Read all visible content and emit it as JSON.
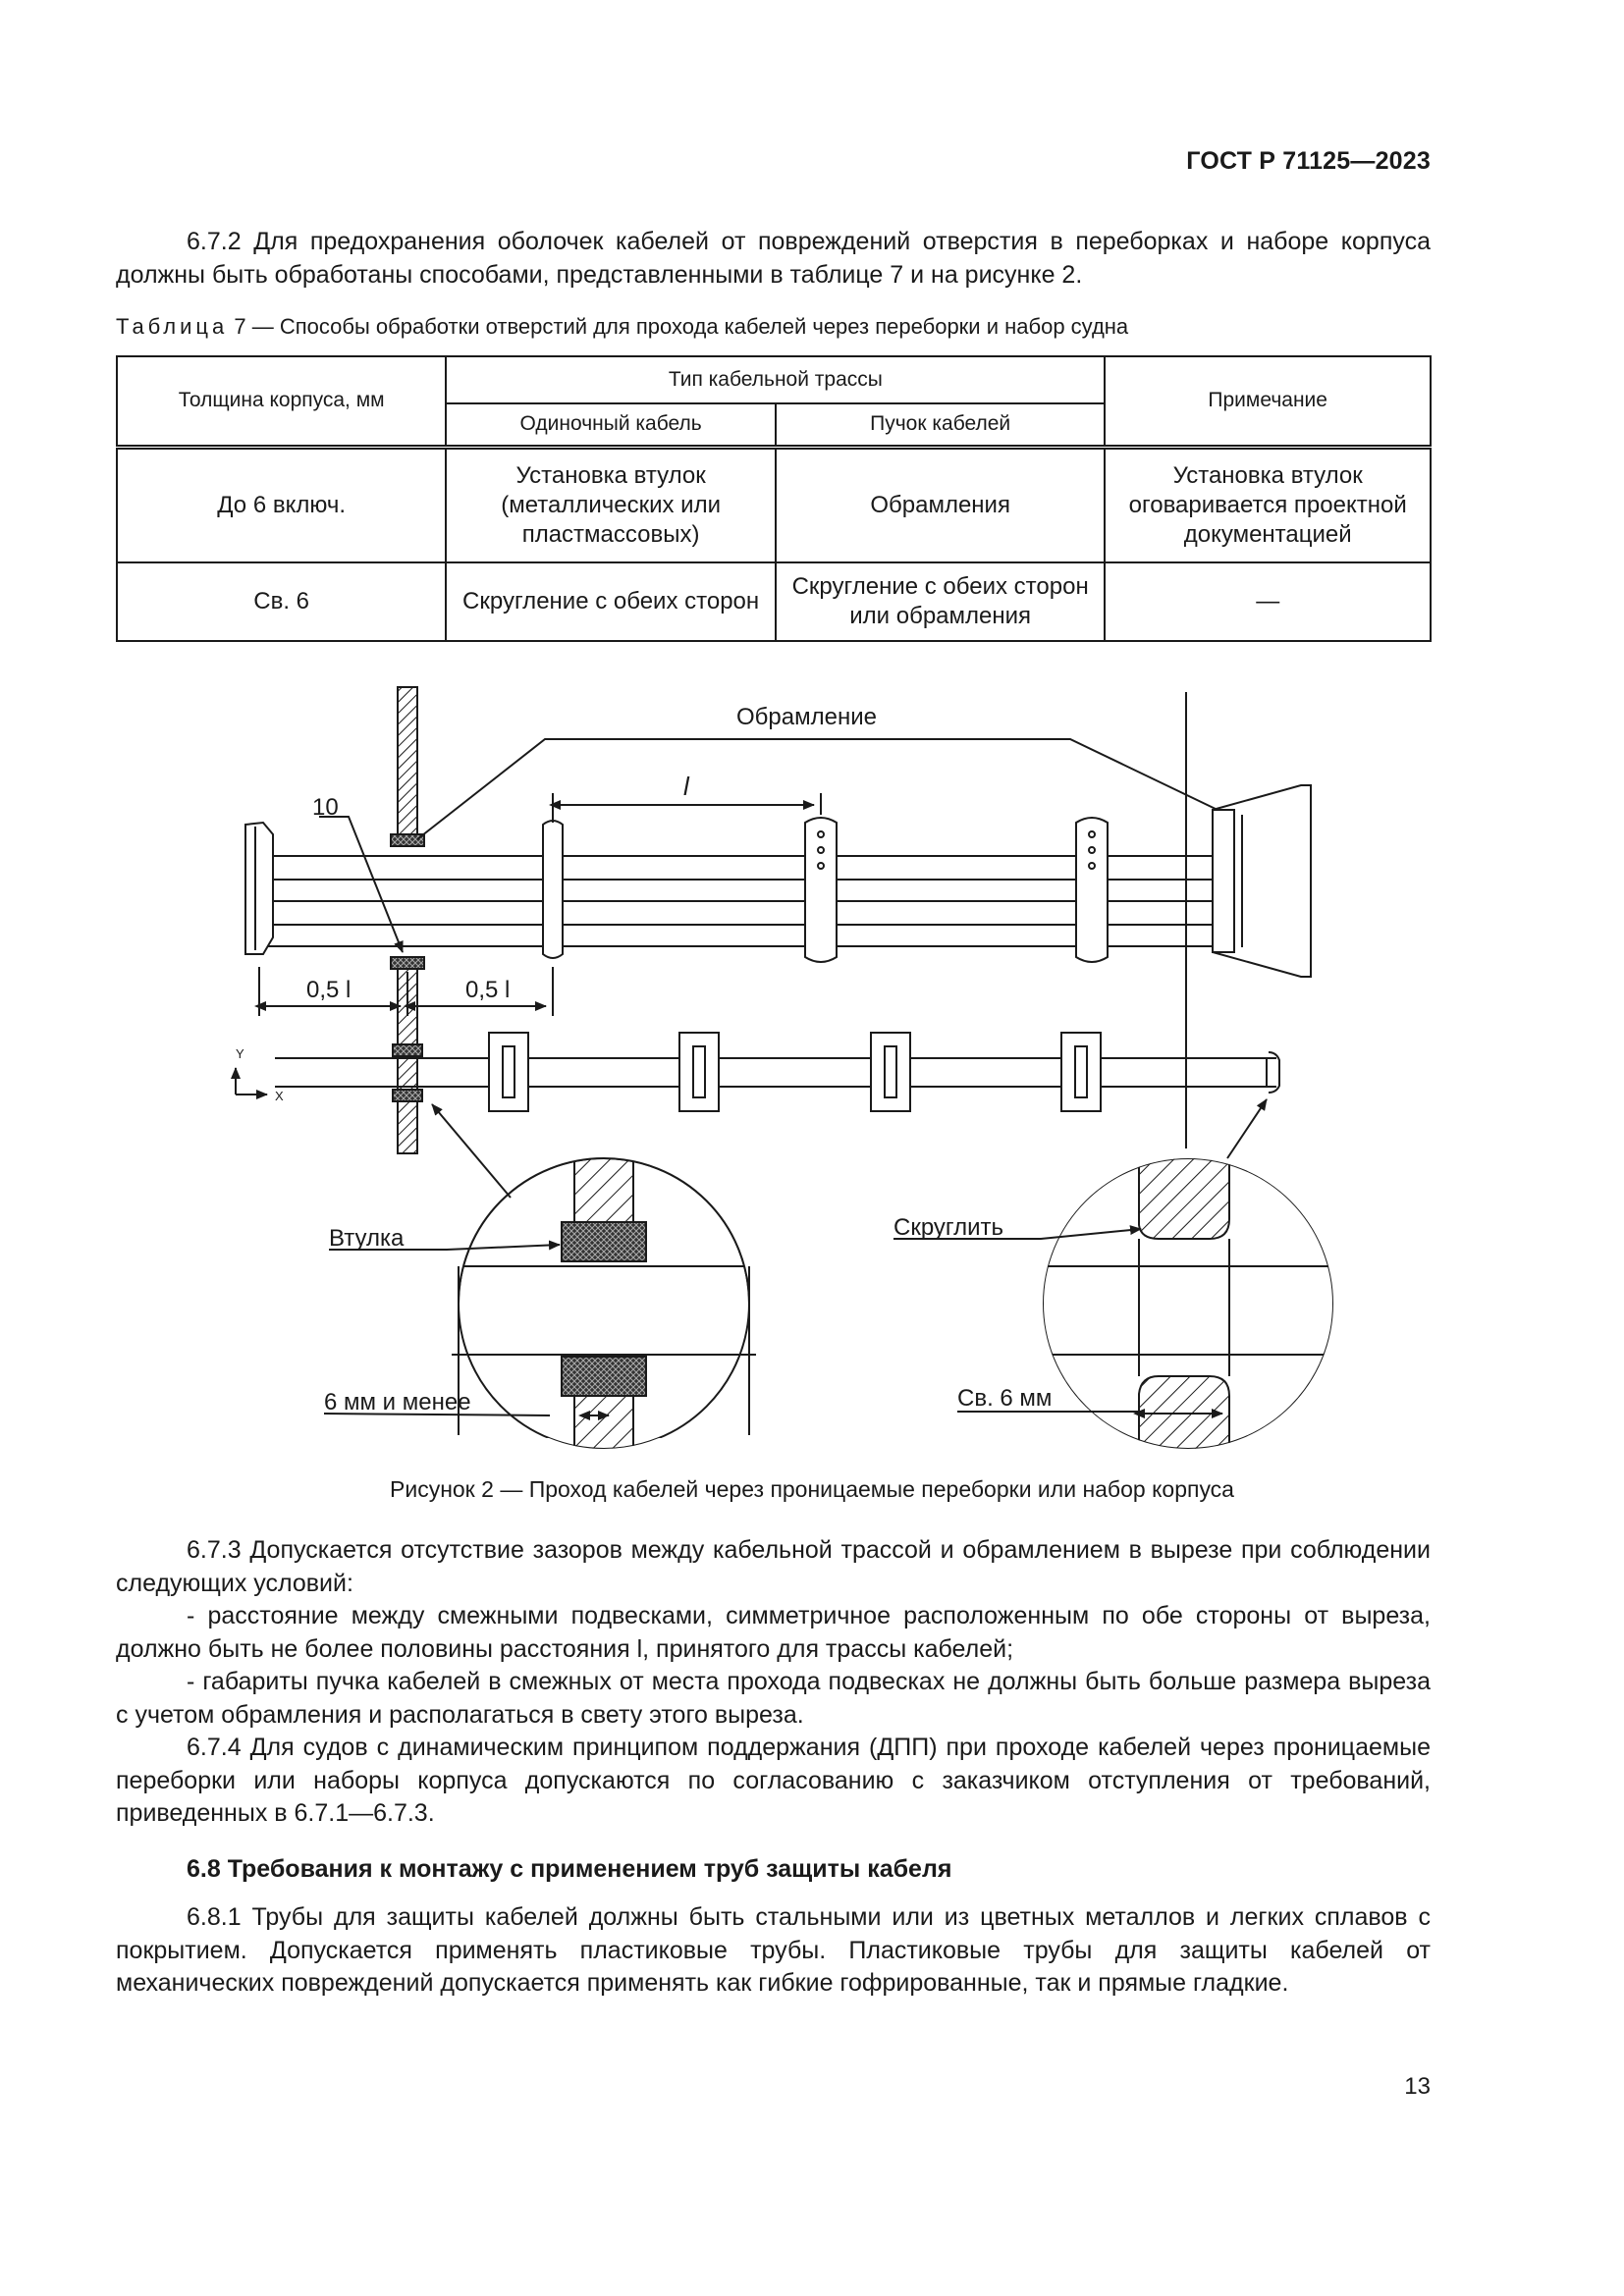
{
  "header": {
    "standard": "ГОСТ Р 71125—2023"
  },
  "para_672": "6.7.2 Для предохранения оболочек кабелей от повреждений отверстия в переборках и наборе корпуса должны быть обработаны способами, представленными в таблице 7 и на рисунке 2.",
  "table7": {
    "caption_word": "Таблица",
    "caption_rest": " 7 — Способы обработки отверстий для прохода кабелей через переборки и набор судна",
    "col_thickness": "Толщина корпуса, мм",
    "col_route_type": "Тип кабельной трассы",
    "col_single": "Одиночный кабель",
    "col_bundle": "Пучок кабелей",
    "col_note": "Примечание",
    "rows": [
      {
        "thickness": "До 6 включ.",
        "single": "Установка втулок (металлических или пластмассовых)",
        "bundle": "Обрамления",
        "note": "Установка втулок оговаривается проектной документацией"
      },
      {
        "thickness": "Св. 6",
        "single": "Скругление с обеих сторон",
        "bundle": "Скругление с обеих сторон или обрамления",
        "note": "—"
      }
    ]
  },
  "figure": {
    "label_framing": "Обрамление",
    "label_l": "l",
    "label_10": "10",
    "label_half_l_left": "0,5 l",
    "label_half_l_right": "0,5 l",
    "label_y": "Y",
    "label_x": "X",
    "label_bushing": "Втулка",
    "label_6mm_less": "6 мм и менее",
    "label_round": "Скруглить",
    "label_over_6mm": "Св. 6 мм",
    "caption": "Рисунок 2 — Проход кабелей через проницаемые переборки или набор корпуса"
  },
  "para_673": "6.7.3 Допускается отсутствие зазоров между кабельной трассой и обрамлением в вырезе при соблюдении следующих условий:",
  "bullet_1": "- расстояние между смежными подвесками, симметричное расположенным по обе стороны от выреза, должно быть не более половины расстояния l, принятого для трассы кабелей;",
  "bullet_2": "- габариты пучка кабелей в смежных от места прохода подвесках не должны быть больше размера выреза с учетом обрамления и располагаться в свету этого выреза.",
  "para_674": "6.7.4 Для судов с динамическим принципом поддержания (ДПП) при проходе кабелей через проницаемые переборки или наборы корпуса допускаются по согласованию с заказчиком отступления от требований, приведенных в 6.7.1—6.7.3.",
  "section_68": "6.8 Требования к монтажу с применением труб защиты кабеля",
  "para_681": "6.8.1 Трубы для защиты кабелей должны быть стальными или из цветных металлов и легких сплавов с покрытием. Допускается применять пластиковые трубы. Пластиковые трубы для защиты кабелей от механических повреждений допускается применять как гибкие гофрированные, так и прямые гладкие.",
  "page_number": "13"
}
